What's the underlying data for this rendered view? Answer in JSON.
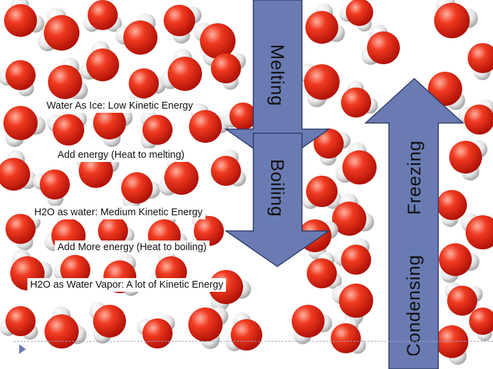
{
  "labels": {
    "ice": "Water As Ice: Low Kinetic Energy",
    "add_energy": "Add energy (Heat to melting)",
    "water": "H2O as water: Medium Kinetic Energy",
    "add_more": "Add More energy (Heat to boiling)",
    "vapor": "H2O as Water Vapor: A lot of Kinetic Energy"
  },
  "arrows": {
    "melting": "Melting",
    "boiling": "Boiling",
    "freezing": "Freezing",
    "condensing": "Condensing"
  },
  "colors": {
    "arrow_fill": "#6a7bb4",
    "arrow_stroke": "#2f3a66",
    "oxygen": "#e02010",
    "hydrogen": "#eeeeee",
    "divider": "#9aa6c8"
  }
}
